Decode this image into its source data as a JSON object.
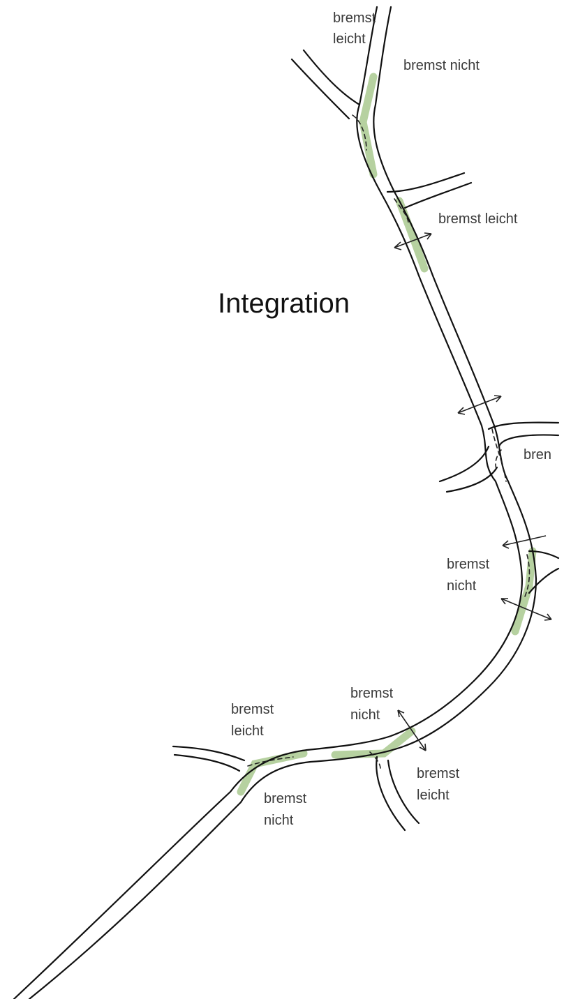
{
  "diagram": {
    "title": "Integration",
    "labels": {
      "top_left": [
        "bremst",
        "leicht"
      ],
      "top_right": "bremst nicht",
      "mid_upper": "bremst leicht",
      "right_cut": "bren",
      "right_mid": [
        "bremst",
        "nicht"
      ],
      "bottom_left_top": [
        "bremst",
        "leicht"
      ],
      "bottom_center_top": [
        "bremst",
        "nicht"
      ],
      "bottom_left_bottom": [
        "bremst",
        "nicht"
      ],
      "bottom_center_bottom": [
        "bremst",
        "leicht"
      ]
    },
    "colors": {
      "highlight": "#a9c98f",
      "line": "#111111"
    }
  }
}
